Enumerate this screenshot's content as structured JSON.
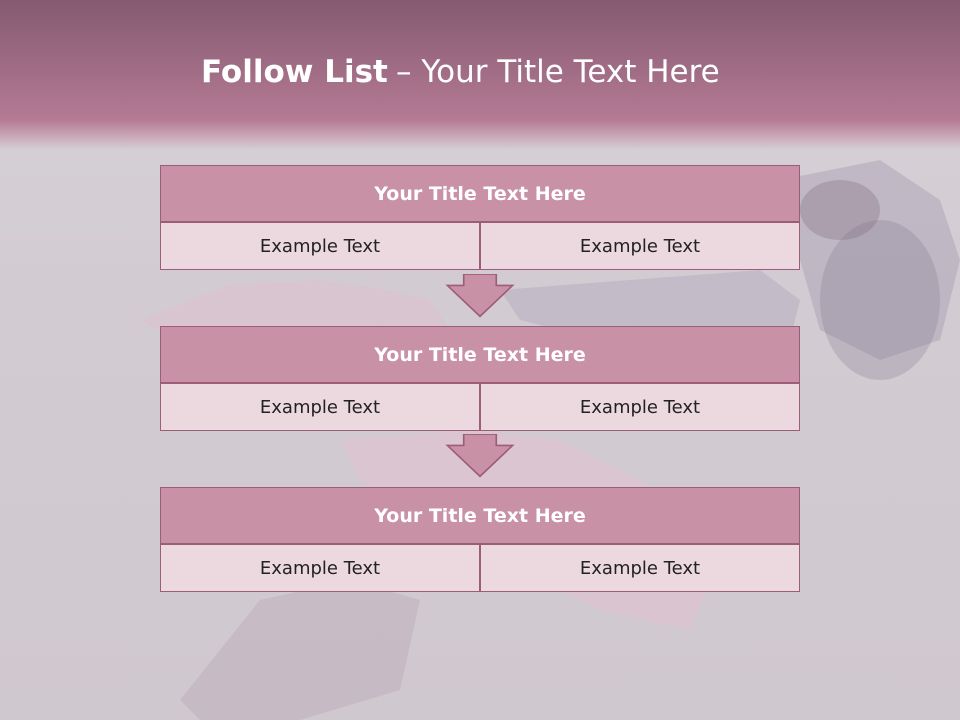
{
  "title": {
    "bold": "Follow List",
    "rest": " – Your Title Text Here"
  },
  "blocks": [
    {
      "title": "Your Title Text Here",
      "left": "Example Text",
      "right": "Example Text"
    },
    {
      "title": "Your Title Text Here",
      "left": "Example Text",
      "right": "Example Text"
    },
    {
      "title": "Your Title Text Here",
      "left": "Example Text",
      "right": "Example Text"
    }
  ],
  "colors": {
    "header": "#9c6a82",
    "block_title_fill": "#c991a6",
    "cell_fill": "#ebd9df",
    "border": "#9d5c78"
  }
}
